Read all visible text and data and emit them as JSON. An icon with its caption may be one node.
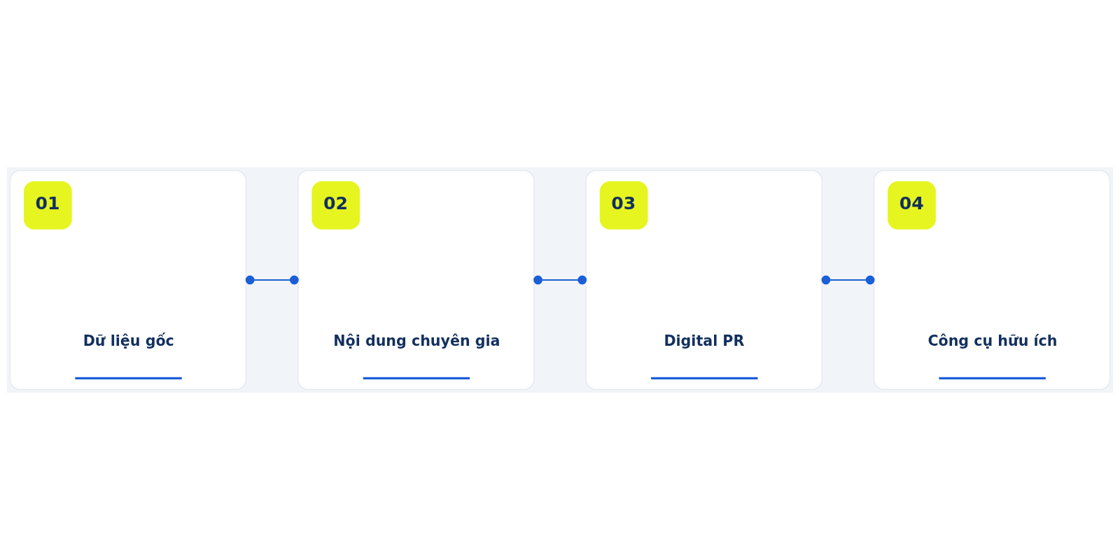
{
  "diagram": {
    "nodes": [
      {
        "text": [
          "01",
          "Dữ liệu gốc"
        ]
      },
      {
        "text": [
          "02",
          "Nội dung chuyên gia"
        ]
      },
      {
        "text": [
          "03",
          "Digital PR"
        ]
      },
      {
        "text": [
          "04",
          "Công cụ hữu ích"
        ]
      }
    ],
    "edges": [
      {
        "from": 0,
        "to": 1,
        "arrow": "other"
      },
      {
        "from": 1,
        "to": 2,
        "arrow": "other"
      },
      {
        "from": 2,
        "to": 3,
        "arrow": "other"
      }
    ]
  }
}
